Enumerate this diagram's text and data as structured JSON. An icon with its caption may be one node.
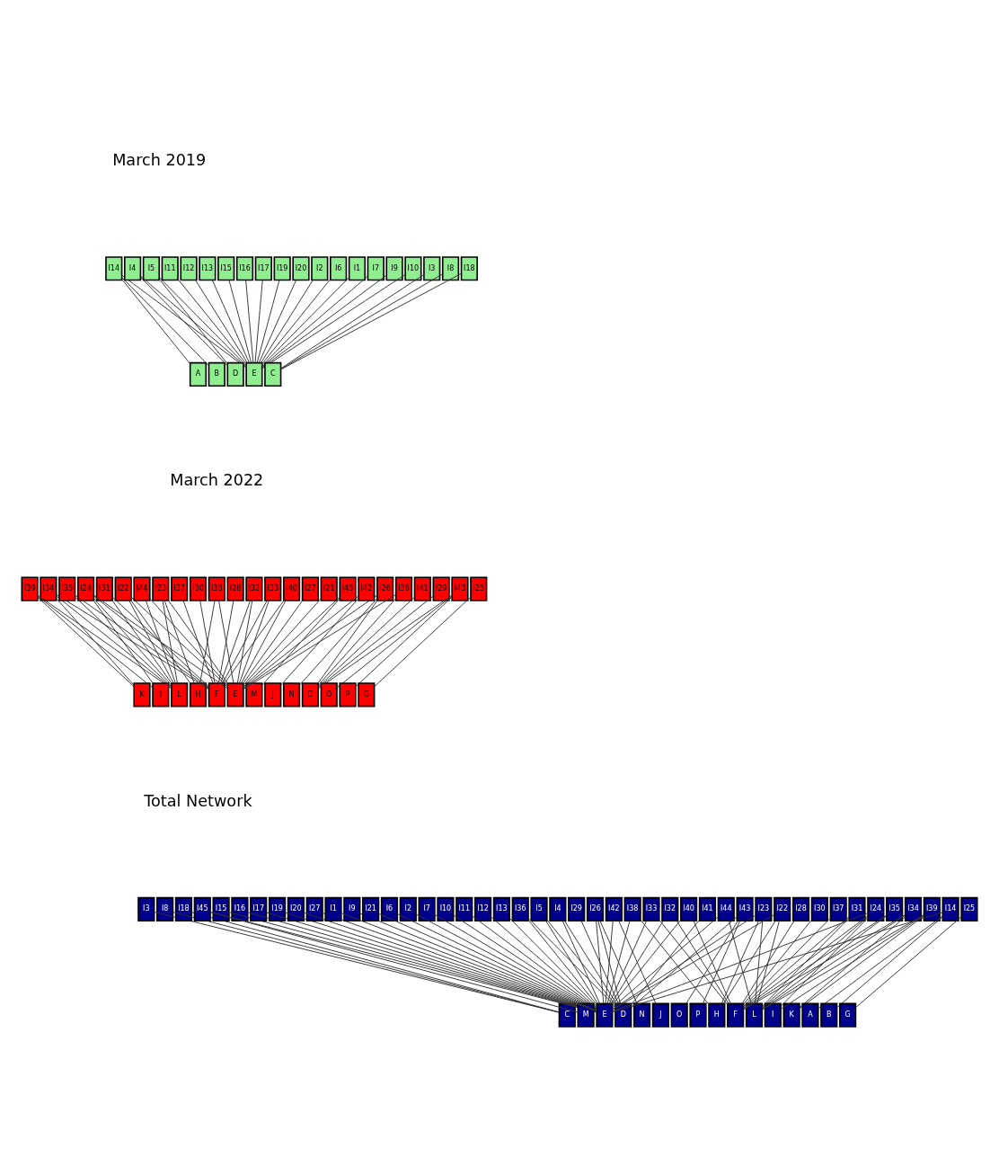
{
  "diagram": {
    "nodes": [
      {
        "text": [
          "I14"
        ]
      },
      {
        "text": [
          "I5"
        ]
      },
      {
        "text": [
          "I4"
        ]
      },
      {
        "text": [
          "I1"
        ]
      },
      {
        "text": [
          "I7"
        ]
      },
      {
        "text": [
          "I9"
        ]
      },
      {
        "text": [
          "I10"
        ]
      },
      {
        "text": [
          "I11"
        ]
      },
      {
        "text": [
          "I12"
        ]
      },
      {
        "text": [
          "I13"
        ]
      },
      {
        "text": [
          "I15"
        ]
      },
      {
        "text": [
          "I16"
        ]
      },
      {
        "text": [
          "I17"
        ]
      },
      {
        "text": [
          "I19"
        ]
      },
      {
        "text": [
          "I20"
        ]
      },
      {
        "text": [
          "I2"
        ]
      },
      {
        "text": [
          "I6"
        ]
      },
      {
        "text": [
          "I3"
        ]
      },
      {
        "text": [
          "I8"
        ]
      },
      {
        "text": [
          "I18"
        ]
      },
      {
        "text": [
          "B"
        ]
      },
      {
        "text": [
          "A"
        ]
      },
      {
        "text": [
          "D"
        ]
      },
      {
        "text": [
          "E"
        ]
      },
      {
        "text": [
          "C"
        ]
      },
      {
        "text": [
          "I38"
        ]
      },
      {
        "text": [
          "I22"
        ]
      },
      {
        "text": [
          "I23"
        ]
      },
      {
        "text": [
          "I34"
        ]
      },
      {
        "text": [
          "I39"
        ]
      },
      {
        "text": [
          "I24"
        ]
      },
      {
        "text": [
          "I31"
        ]
      },
      {
        "text": [
          "I35"
        ]
      },
      {
        "text": [
          "I33"
        ]
      },
      {
        "text": [
          "I30"
        ]
      },
      {
        "text": [
          "I28"
        ]
      },
      {
        "text": [
          "I37"
        ]
      },
      {
        "text": [
          "I40"
        ]
      },
      {
        "text": [
          "I21"
        ]
      },
      {
        "text": [
          "I32"
        ]
      },
      {
        "text": [
          "I44"
        ]
      },
      {
        "text": [
          "I27"
        ]
      },
      {
        "text": [
          "I45"
        ]
      },
      {
        "text": [
          "I26"
        ]
      },
      {
        "text": [
          "I36"
        ]
      },
      {
        "text": [
          "I43"
        ]
      },
      {
        "text": [
          "I29"
        ]
      },
      {
        "text": [
          "I41"
        ]
      },
      {
        "text": [
          "I42"
        ]
      },
      {
        "text": [
          "I25"
        ]
      },
      {
        "text": [
          "H"
        ]
      },
      {
        "text": [
          "L"
        ]
      },
      {
        "text": [
          "K"
        ]
      },
      {
        "text": [
          "I"
        ]
      },
      {
        "text": [
          "F"
        ]
      },
      {
        "text": [
          "E"
        ]
      },
      {
        "text": [
          "M"
        ]
      },
      {
        "text": [
          "N"
        ]
      },
      {
        "text": [
          "D"
        ]
      },
      {
        "text": [
          "O"
        ]
      },
      {
        "text": [
          "P"
        ]
      },
      {
        "text": [
          "J"
        ]
      },
      {
        "text": [
          "G"
        ]
      },
      {
        "text": [
          "I3"
        ]
      },
      {
        "text": [
          "I8"
        ]
      },
      {
        "text": [
          "I18"
        ]
      },
      {
        "text": [
          "I6"
        ]
      },
      {
        "text": [
          "I2"
        ]
      },
      {
        "text": [
          "I7"
        ]
      },
      {
        "text": [
          "I10"
        ]
      },
      {
        "text": [
          "I11"
        ]
      },
      {
        "text": [
          "I12"
        ]
      },
      {
        "text": [
          "I13"
        ]
      },
      {
        "text": [
          "I15"
        ]
      },
      {
        "text": [
          "I16"
        ]
      },
      {
        "text": [
          "I17"
        ]
      },
      {
        "text": [
          "I19"
        ]
      },
      {
        "text": [
          "I20"
        ]
      },
      {
        "text": [
          "I27"
        ]
      },
      {
        "text": [
          "I45"
        ]
      },
      {
        "text": [
          "I1"
        ]
      },
      {
        "text": [
          "I9"
        ]
      },
      {
        "text": [
          "I26"
        ]
      },
      {
        "text": [
          "I44"
        ]
      },
      {
        "text": [
          "I33"
        ]
      },
      {
        "text": [
          "I4"
        ]
      },
      {
        "text": [
          "I36"
        ]
      },
      {
        "text": [
          "I5"
        ]
      },
      {
        "text": [
          "I43"
        ]
      },
      {
        "text": [
          "I29"
        ]
      },
      {
        "text": [
          "I41"
        ]
      },
      {
        "text": [
          "I32"
        ]
      },
      {
        "text": [
          "I42"
        ]
      },
      {
        "text": [
          "I21"
        ]
      },
      {
        "text": [
          "I28"
        ]
      },
      {
        "text": [
          "I30"
        ]
      },
      {
        "text": [
          "I37"
        ]
      },
      {
        "text": [
          "I40"
        ]
      },
      {
        "text": [
          "I31"
        ]
      },
      {
        "text": [
          "I35"
        ]
      },
      {
        "text": [
          "I24"
        ]
      },
      {
        "text": [
          "I34"
        ]
      },
      {
        "text": [
          "I39"
        ]
      },
      {
        "text": [
          "I23"
        ]
      },
      {
        "text": [
          "I22"
        ]
      },
      {
        "text": [
          "I38"
        ]
      },
      {
        "text": [
          "I14"
        ]
      },
      {
        "text": [
          "I25"
        ]
      },
      {
        "text": [
          "C"
        ]
      },
      {
        "text": [
          "E"
        ]
      },
      {
        "text": [
          "M"
        ]
      },
      {
        "text": [
          "N"
        ]
      },
      {
        "text": [
          "D"
        ]
      },
      {
        "text": [
          "O"
        ]
      },
      {
        "text": [
          "P"
        ]
      },
      {
        "text": [
          "J"
        ]
      },
      {
        "text": [
          "F"
        ]
      },
      {
        "text": [
          "L"
        ]
      },
      {
        "text": [
          "K"
        ]
      },
      {
        "text": [
          "I"
        ]
      },
      {
        "text": [
          "H"
        ]
      },
      {
        "text": [
          "A"
        ]
      },
      {
        "text": [
          "B"
        ]
      },
      {
        "text": [
          "G"
        ]
      }
    ],
    "edges": [
      {
        "from": 0,
        "to": 20,
        "arrow": "none"
      },
      {
        "from": 0,
        "to": 21,
        "arrow": "none"
      },
      {
        "from": 0,
        "to": 23,
        "arrow": "none"
      },
      {
        "from": 1,
        "to": 22,
        "arrow": "none"
      },
      {
        "from": 1,
        "to": 23,
        "arrow": "none"
      },
      {
        "from": 2,
        "to": 22,
        "arrow": "none"
      },
      {
        "from": 2,
        "to": 23,
        "arrow": "none"
      },
      {
        "from": 3,
        "to": 23,
        "arrow": "none"
      },
      {
        "from": 4,
        "to": 23,
        "arrow": "none"
      },
      {
        "from": 5,
        "to": 23,
        "arrow": "none"
      },
      {
        "from": 6,
        "to": 23,
        "arrow": "none"
      },
      {
        "from": 7,
        "to": 23,
        "arrow": "none"
      },
      {
        "from": 8,
        "to": 23,
        "arrow": "none"
      },
      {
        "from": 9,
        "to": 23,
        "arrow": "none"
      },
      {
        "from": 10,
        "to": 23,
        "arrow": "none"
      },
      {
        "from": 11,
        "to": 23,
        "arrow": "none"
      },
      {
        "from": 12,
        "to": 23,
        "arrow": "none"
      },
      {
        "from": 13,
        "to": 23,
        "arrow": "none"
      },
      {
        "from": 14,
        "to": 23,
        "arrow": "none"
      },
      {
        "from": 15,
        "to": 23,
        "arrow": "none"
      },
      {
        "from": 16,
        "to": 23,
        "arrow": "none"
      },
      {
        "from": 17,
        "to": 24,
        "arrow": "none"
      },
      {
        "from": 18,
        "to": 24,
        "arrow": "none"
      },
      {
        "from": 19,
        "to": 24,
        "arrow": "none"
      },
      {
        "from": 25,
        "to": 50,
        "arrow": "none"
      },
      {
        "from": 25,
        "to": 55,
        "arrow": "none"
      },
      {
        "from": 26,
        "to": 50,
        "arrow": "none"
      },
      {
        "from": 26,
        "to": 51,
        "arrow": "none"
      },
      {
        "from": 26,
        "to": 55,
        "arrow": "none"
      },
      {
        "from": 27,
        "to": 50,
        "arrow": "none"
      },
      {
        "from": 27,
        "to": 51,
        "arrow": "none"
      },
      {
        "from": 27,
        "to": 55,
        "arrow": "none"
      },
      {
        "from": 28,
        "to": 52,
        "arrow": "none"
      },
      {
        "from": 28,
        "to": 51,
        "arrow": "none"
      },
      {
        "from": 28,
        "to": 54,
        "arrow": "none"
      },
      {
        "from": 29,
        "to": 52,
        "arrow": "none"
      },
      {
        "from": 29,
        "to": 53,
        "arrow": "none"
      },
      {
        "from": 29,
        "to": 51,
        "arrow": "none"
      },
      {
        "from": 30,
        "to": 53,
        "arrow": "none"
      },
      {
        "from": 30,
        "to": 51,
        "arrow": "none"
      },
      {
        "from": 30,
        "to": 54,
        "arrow": "none"
      },
      {
        "from": 30,
        "to": 55,
        "arrow": "none"
      },
      {
        "from": 31,
        "to": 54,
        "arrow": "none"
      },
      {
        "from": 31,
        "to": 51,
        "arrow": "none"
      },
      {
        "from": 32,
        "to": 54,
        "arrow": "none"
      },
      {
        "from": 32,
        "to": 51,
        "arrow": "none"
      },
      {
        "from": 33,
        "to": 54,
        "arrow": "none"
      },
      {
        "from": 33,
        "to": 55,
        "arrow": "none"
      },
      {
        "from": 34,
        "to": 54,
        "arrow": "none"
      },
      {
        "from": 35,
        "to": 54,
        "arrow": "none"
      },
      {
        "from": 36,
        "to": 54,
        "arrow": "none"
      },
      {
        "from": 37,
        "to": 54,
        "arrow": "none"
      },
      {
        "from": 37,
        "to": 55,
        "arrow": "none"
      },
      {
        "from": 38,
        "to": 55,
        "arrow": "none"
      },
      {
        "from": 39,
        "to": 55,
        "arrow": "none"
      },
      {
        "from": 39,
        "to": 54,
        "arrow": "none"
      },
      {
        "from": 40,
        "to": 55,
        "arrow": "none"
      },
      {
        "from": 40,
        "to": 51,
        "arrow": "none"
      },
      {
        "from": 41,
        "to": 55,
        "arrow": "none"
      },
      {
        "from": 42,
        "to": 55,
        "arrow": "none"
      },
      {
        "from": 42,
        "to": 56,
        "arrow": "none"
      },
      {
        "from": 43,
        "to": 55,
        "arrow": "none"
      },
      {
        "from": 43,
        "to": 57,
        "arrow": "none"
      },
      {
        "from": 43,
        "to": 58,
        "arrow": "none"
      },
      {
        "from": 44,
        "to": 58,
        "arrow": "none"
      },
      {
        "from": 44,
        "to": 55,
        "arrow": "none"
      },
      {
        "from": 45,
        "to": 58,
        "arrow": "none"
      },
      {
        "from": 45,
        "to": 59,
        "arrow": "none"
      },
      {
        "from": 45,
        "to": 60,
        "arrow": "none"
      },
      {
        "from": 46,
        "to": 58,
        "arrow": "none"
      },
      {
        "from": 47,
        "to": 58,
        "arrow": "none"
      },
      {
        "from": 48,
        "to": 61,
        "arrow": "none"
      },
      {
        "from": 48,
        "to": 55,
        "arrow": "none"
      },
      {
        "from": 49,
        "to": 62,
        "arrow": "none"
      },
      {
        "from": 106,
        "to": 122,
        "arrow": "none"
      },
      {
        "from": 106,
        "to": 121,
        "arrow": "none"
      },
      {
        "from": 106,
        "to": 109,
        "arrow": "none"
      },
      {
        "from": 87,
        "to": 112,
        "arrow": "none"
      },
      {
        "from": 87,
        "to": 109,
        "arrow": "none"
      },
      {
        "from": 85,
        "to": 112,
        "arrow": "none"
      },
      {
        "from": 85,
        "to": 109,
        "arrow": "none"
      },
      {
        "from": 80,
        "to": 109,
        "arrow": "none"
      },
      {
        "from": 68,
        "to": 109,
        "arrow": "none"
      },
      {
        "from": 81,
        "to": 109,
        "arrow": "none"
      },
      {
        "from": 69,
        "to": 109,
        "arrow": "none"
      },
      {
        "from": 70,
        "to": 109,
        "arrow": "none"
      },
      {
        "from": 71,
        "to": 109,
        "arrow": "none"
      },
      {
        "from": 72,
        "to": 109,
        "arrow": "none"
      },
      {
        "from": 73,
        "to": 109,
        "arrow": "none"
      },
      {
        "from": 74,
        "to": 109,
        "arrow": "none"
      },
      {
        "from": 75,
        "to": 109,
        "arrow": "none"
      },
      {
        "from": 76,
        "to": 109,
        "arrow": "none"
      },
      {
        "from": 77,
        "to": 109,
        "arrow": "none"
      },
      {
        "from": 67,
        "to": 109,
        "arrow": "none"
      },
      {
        "from": 66,
        "to": 109,
        "arrow": "none"
      },
      {
        "from": 63,
        "to": 108,
        "arrow": "none"
      },
      {
        "from": 64,
        "to": 108,
        "arrow": "none"
      },
      {
        "from": 65,
        "to": 108,
        "arrow": "none"
      },
      {
        "from": 105,
        "to": 120,
        "arrow": "none"
      },
      {
        "from": 105,
        "to": 109,
        "arrow": "none"
      },
      {
        "from": 104,
        "to": 120,
        "arrow": "none"
      },
      {
        "from": 104,
        "to": 117,
        "arrow": "none"
      },
      {
        "from": 104,
        "to": 109,
        "arrow": "none"
      },
      {
        "from": 103,
        "to": 120,
        "arrow": "none"
      },
      {
        "from": 103,
        "to": 117,
        "arrow": "none"
      },
      {
        "from": 103,
        "to": 109,
        "arrow": "none"
      },
      {
        "from": 101,
        "to": 118,
        "arrow": "none"
      },
      {
        "from": 101,
        "to": 117,
        "arrow": "none"
      },
      {
        "from": 101,
        "to": 116,
        "arrow": "none"
      },
      {
        "from": 102,
        "to": 118,
        "arrow": "none"
      },
      {
        "from": 102,
        "to": 119,
        "arrow": "none"
      },
      {
        "from": 102,
        "to": 117,
        "arrow": "none"
      },
      {
        "from": 100,
        "to": 119,
        "arrow": "none"
      },
      {
        "from": 100,
        "to": 117,
        "arrow": "none"
      },
      {
        "from": 100,
        "to": 116,
        "arrow": "none"
      },
      {
        "from": 100,
        "to": 109,
        "arrow": "none"
      },
      {
        "from": 98,
        "to": 116,
        "arrow": "none"
      },
      {
        "from": 98,
        "to": 117,
        "arrow": "none"
      },
      {
        "from": 99,
        "to": 116,
        "arrow": "none"
      },
      {
        "from": 99,
        "to": 117,
        "arrow": "none"
      },
      {
        "from": 84,
        "to": 116,
        "arrow": "none"
      },
      {
        "from": 84,
        "to": 109,
        "arrow": "none"
      },
      {
        "from": 95,
        "to": 116,
        "arrow": "none"
      },
      {
        "from": 94,
        "to": 116,
        "arrow": "none"
      },
      {
        "from": 96,
        "to": 116,
        "arrow": "none"
      },
      {
        "from": 97,
        "to": 116,
        "arrow": "none"
      },
      {
        "from": 97,
        "to": 109,
        "arrow": "none"
      },
      {
        "from": 93,
        "to": 109,
        "arrow": "none"
      },
      {
        "from": 91,
        "to": 109,
        "arrow": "none"
      },
      {
        "from": 91,
        "to": 116,
        "arrow": "none"
      },
      {
        "from": 83,
        "to": 109,
        "arrow": "none"
      },
      {
        "from": 83,
        "to": 117,
        "arrow": "none"
      },
      {
        "from": 78,
        "to": 109,
        "arrow": "none"
      },
      {
        "from": 79,
        "to": 109,
        "arrow": "none"
      },
      {
        "from": 79,
        "to": 110,
        "arrow": "none"
      },
      {
        "from": 82,
        "to": 109,
        "arrow": "none"
      },
      {
        "from": 82,
        "to": 111,
        "arrow": "none"
      },
      {
        "from": 82,
        "to": 112,
        "arrow": "none"
      },
      {
        "from": 86,
        "to": 112,
        "arrow": "none"
      },
      {
        "from": 86,
        "to": 109,
        "arrow": "none"
      },
      {
        "from": 88,
        "to": 112,
        "arrow": "none"
      },
      {
        "from": 88,
        "to": 113,
        "arrow": "none"
      },
      {
        "from": 88,
        "to": 114,
        "arrow": "none"
      },
      {
        "from": 89,
        "to": 112,
        "arrow": "none"
      },
      {
        "from": 90,
        "to": 112,
        "arrow": "none"
      },
      {
        "from": 92,
        "to": 115,
        "arrow": "none"
      },
      {
        "from": 92,
        "to": 109,
        "arrow": "none"
      },
      {
        "from": 107,
        "to": 123,
        "arrow": "none"
      }
    ],
    "labels": [
      "March 2019",
      "March 2022",
      "Total Network"
    ]
  }
}
